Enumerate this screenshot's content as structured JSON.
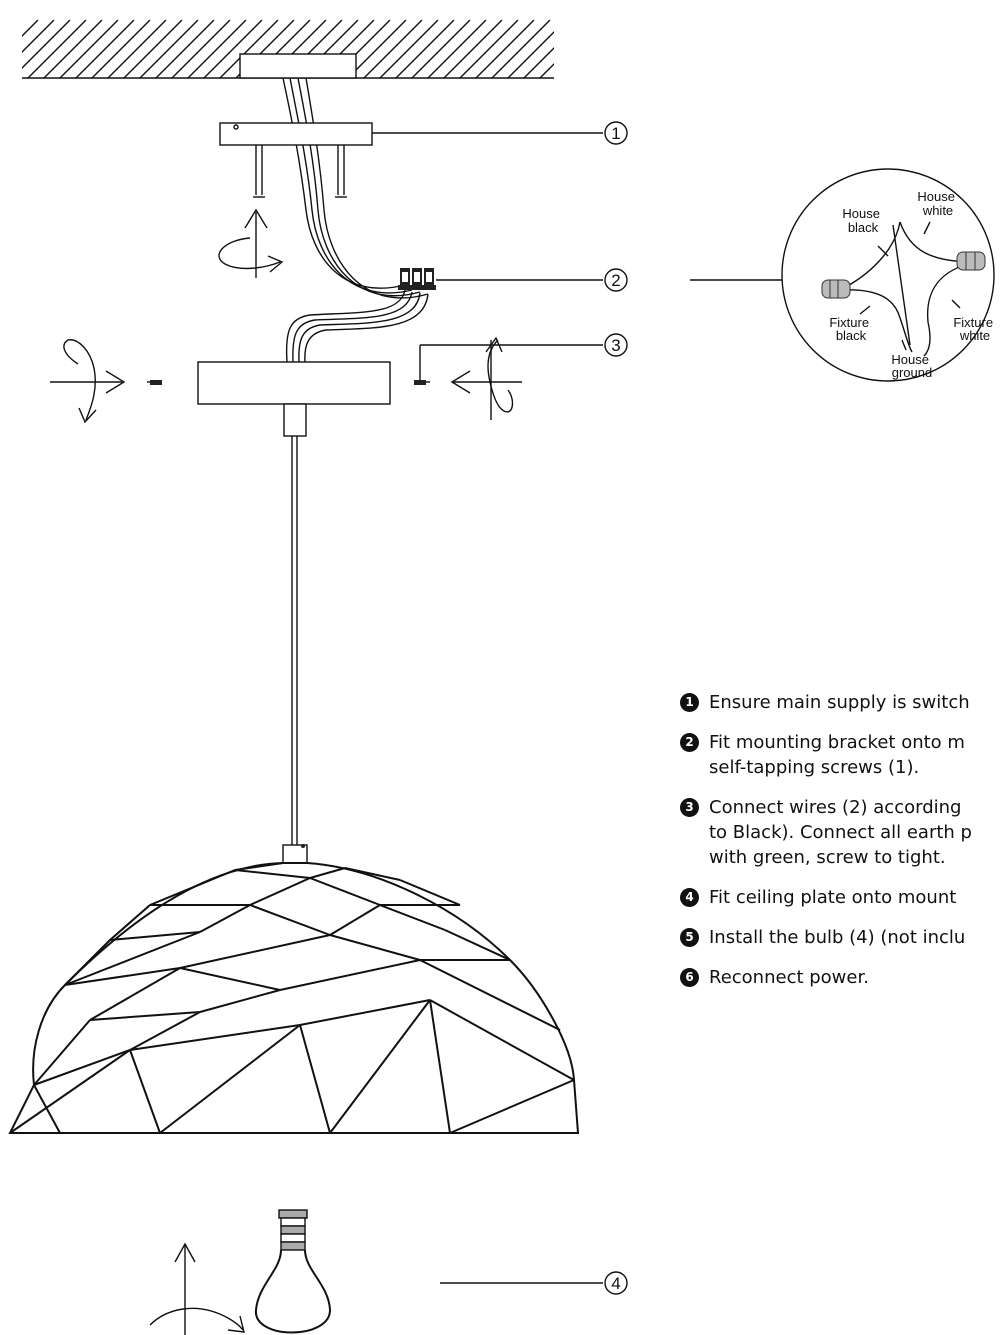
{
  "callouts": [
    "1",
    "2",
    "3",
    "4"
  ],
  "wiring_labels": {
    "house_white": [
      "House",
      "white"
    ],
    "house_black": [
      "House",
      "black"
    ],
    "fixture_black": [
      "Fixture",
      "black"
    ],
    "fixture_white": [
      "Fixture",
      "white"
    ],
    "house_ground": [
      "House",
      "ground"
    ]
  },
  "steps": [
    {
      "number": "1",
      "lines": [
        "Ensure main supply is switch"
      ]
    },
    {
      "number": "2",
      "lines": [
        "Fit mounting bracket onto m",
        "self-tapping screws (1)."
      ]
    },
    {
      "number": "3",
      "lines": [
        "Connect wires (2) according",
        "to Black). Connect all earth p",
        "with green, screw to tight."
      ]
    },
    {
      "number": "4",
      "lines": [
        "Fit ceiling plate onto mount"
      ]
    },
    {
      "number": "5",
      "lines": [
        "Install the bulb (4) (not inclu"
      ]
    },
    {
      "number": "6",
      "lines": [
        "Reconnect power."
      ]
    }
  ]
}
